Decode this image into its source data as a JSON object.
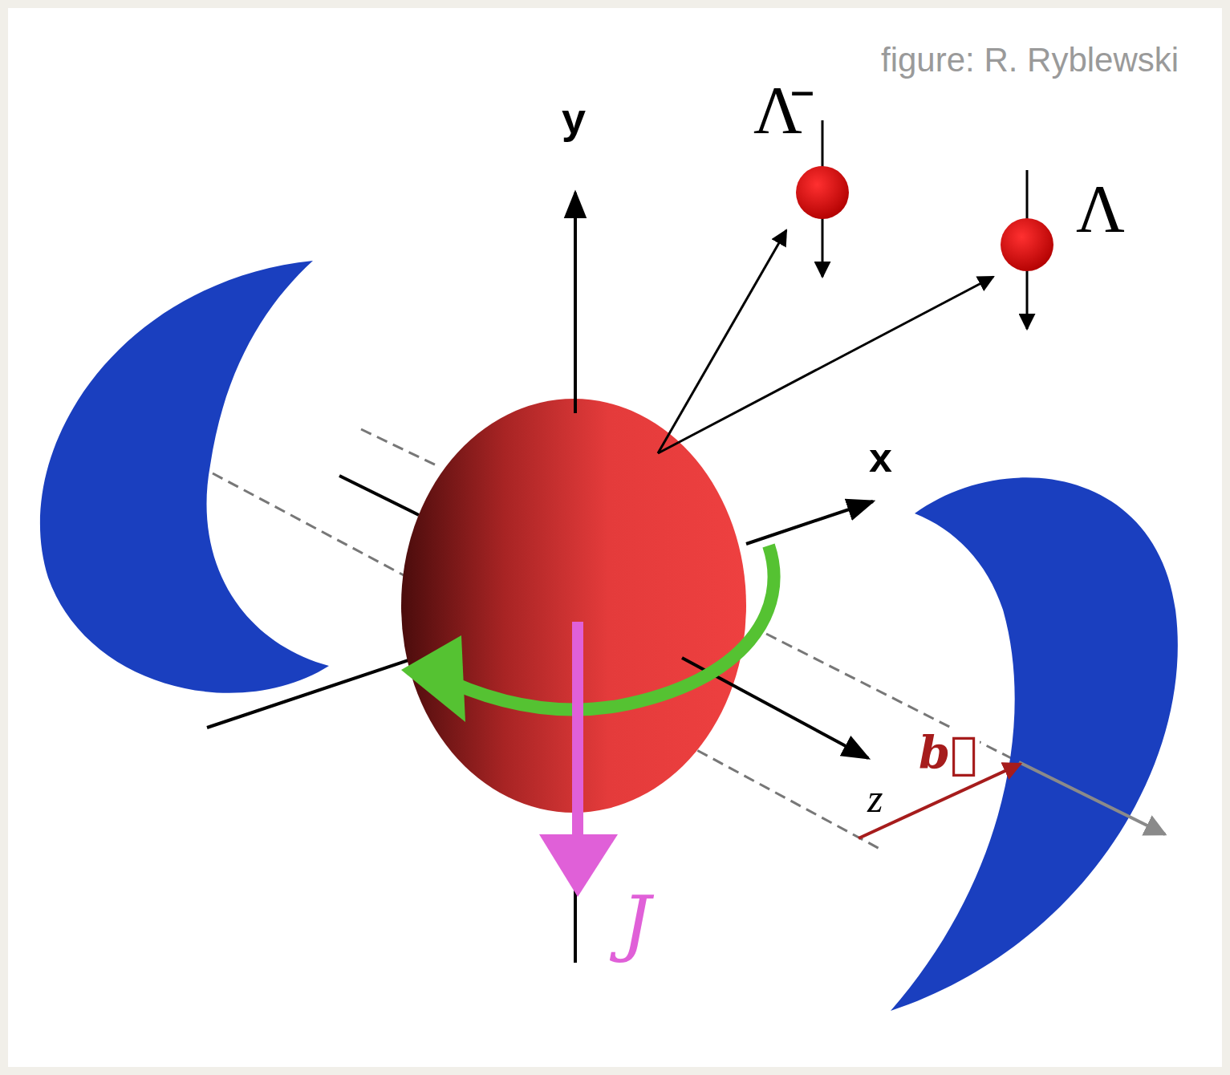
{
  "diagram": {
    "labels": [
      "figure: R. Ryblewski",
      "y",
      "Λ̄",
      "Λ",
      "x",
      "z",
      "b⃗",
      "J"
    ]
  }
}
